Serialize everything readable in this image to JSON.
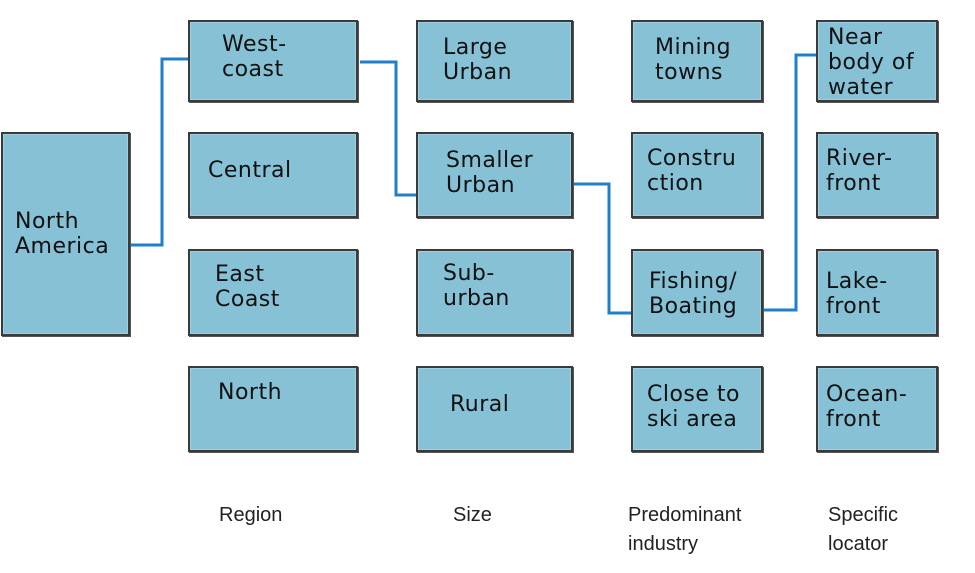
{
  "root": {
    "label": "North\nAmerica"
  },
  "columns": [
    {
      "label": "Region",
      "items": [
        "West-\ncoast",
        "Central",
        "East\nCoast",
        "North"
      ]
    },
    {
      "label": "Size",
      "items": [
        "Large\nUrban",
        "Smaller\nUrban",
        "Sub-\nurban",
        "Rural"
      ]
    },
    {
      "label": "Predominant\nindustry",
      "items": [
        "Mining\ntowns",
        "Constru\nction",
        "Fishing/\nBoating",
        "Close to\nski area"
      ]
    },
    {
      "label": "Specific\nlocator",
      "items": [
        "Near\nbody of\nwater",
        "River-\nfront",
        "Lake-\nfront",
        "Ocean-\nfront"
      ]
    }
  ],
  "colors": {
    "box_fill": "#86c1d6",
    "box_border": "#3a3a3a",
    "connector": "#1f7fc8"
  }
}
